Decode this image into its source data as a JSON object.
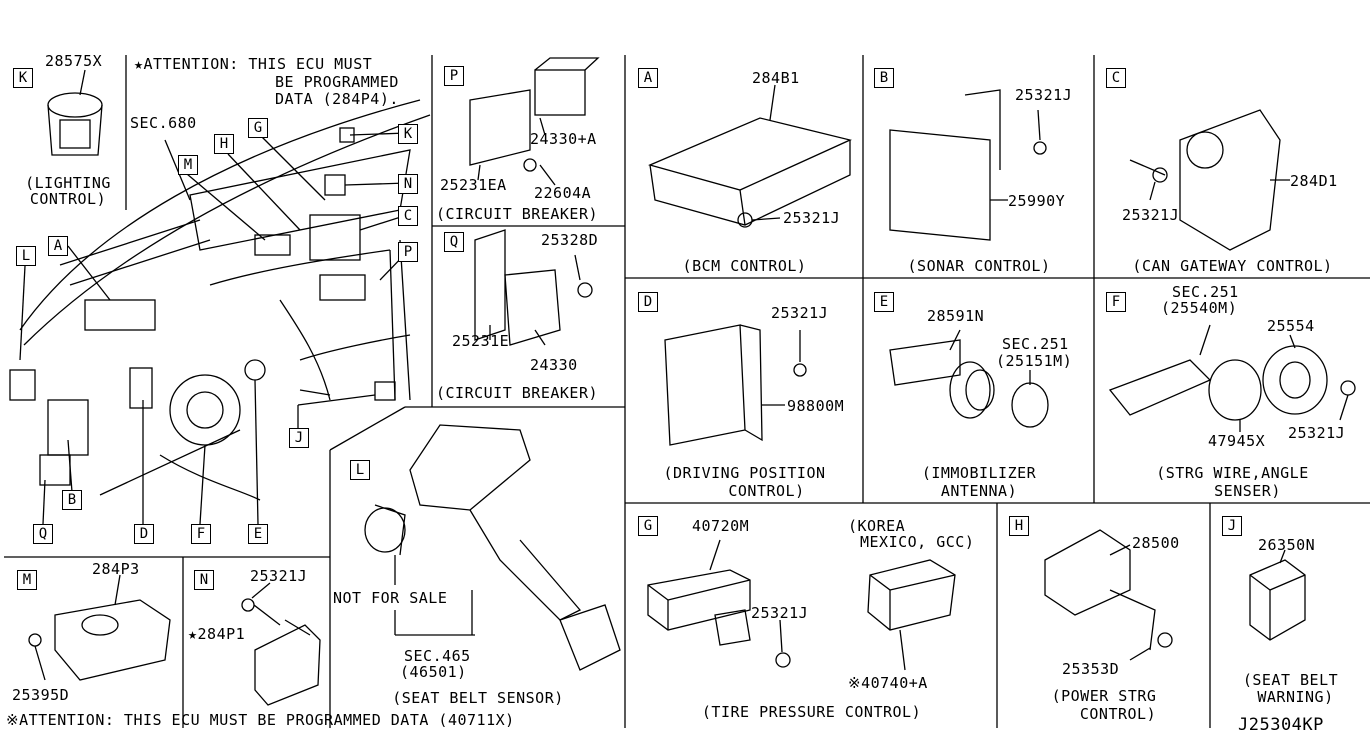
{
  "diagram_id": "J25304KP",
  "attention_top": [
    "★ATTENTION: THIS ECU MUST",
    "BE PROGRAMMED",
    "DATA (284P4)."
  ],
  "attention_bottom": "※ATTENTION: THIS ECU MUST BE PROGRAMMED DATA (40711X)",
  "overview_refs": [
    "A",
    "B",
    "C",
    "D",
    "E",
    "F",
    "G",
    "H",
    "J",
    "K",
    "L",
    "M",
    "N",
    "P",
    "Q"
  ],
  "overview_sec": "SEC.680",
  "panels": {
    "K": {
      "letter": "K",
      "parts": [
        "28575X"
      ],
      "caption": [
        "(LIGHTING",
        "CONTROL)"
      ]
    },
    "P": {
      "letter": "P",
      "parts": [
        "24330+A",
        "25231EA",
        "22604A"
      ],
      "caption": [
        "(CIRCUIT BREAKER)"
      ]
    },
    "Q": {
      "letter": "Q",
      "parts": [
        "25328D",
        "25231E",
        "24330"
      ],
      "caption": [
        "(CIRCUIT BREAKER)"
      ]
    },
    "A": {
      "letter": "A",
      "parts": [
        "284B1",
        "25321J"
      ],
      "caption": [
        "(BCM CONTROL)"
      ]
    },
    "B": {
      "letter": "B",
      "parts": [
        "25321J",
        "25990Y"
      ],
      "caption": [
        "(SONAR CONTROL)"
      ]
    },
    "C": {
      "letter": "C",
      "parts": [
        "284D1",
        "25321J"
      ],
      "caption": [
        "(CAN GATEWAY CONTROL)"
      ]
    },
    "D": {
      "letter": "D",
      "parts": [
        "25321J",
        "98800M"
      ],
      "caption": [
        "(DRIVING POSITION",
        "CONTROL)"
      ]
    },
    "E": {
      "letter": "E",
      "parts": [
        "28591N",
        "SEC.251",
        "(25151M)"
      ],
      "caption": [
        "(IMMOBILIZER",
        "ANTENNA)"
      ]
    },
    "F": {
      "letter": "F",
      "parts": [
        "SEC.251",
        "(25540M)",
        "25554",
        "47945X",
        "25321J"
      ],
      "caption": [
        "(STRG WIRE,ANGLE",
        "SENSER)"
      ]
    },
    "L": {
      "letter": "L",
      "parts": [
        "NOT FOR SALE",
        "SEC.465",
        "(46501)"
      ],
      "caption": [
        "(SEAT BELT SENSOR)"
      ]
    },
    "M": {
      "letter": "M",
      "parts": [
        "284P3",
        "25395D"
      ]
    },
    "N": {
      "letter": "N",
      "parts": [
        "25321J",
        "★284P1"
      ]
    },
    "G": {
      "letter": "G",
      "parts": [
        "40720M",
        "25321J",
        "(KOREA",
        "MEXICO, GCC)",
        "※40740+A"
      ],
      "caption": [
        "(TIRE PRESSURE CONTROL)"
      ]
    },
    "H": {
      "letter": "H",
      "parts": [
        "28500",
        "25353D"
      ],
      "caption": [
        "(POWER STRG",
        "CONTROL)"
      ]
    },
    "J": {
      "letter": "J",
      "parts": [
        "26350N"
      ],
      "caption": [
        "(SEAT BELT",
        "WARNING)"
      ]
    }
  }
}
